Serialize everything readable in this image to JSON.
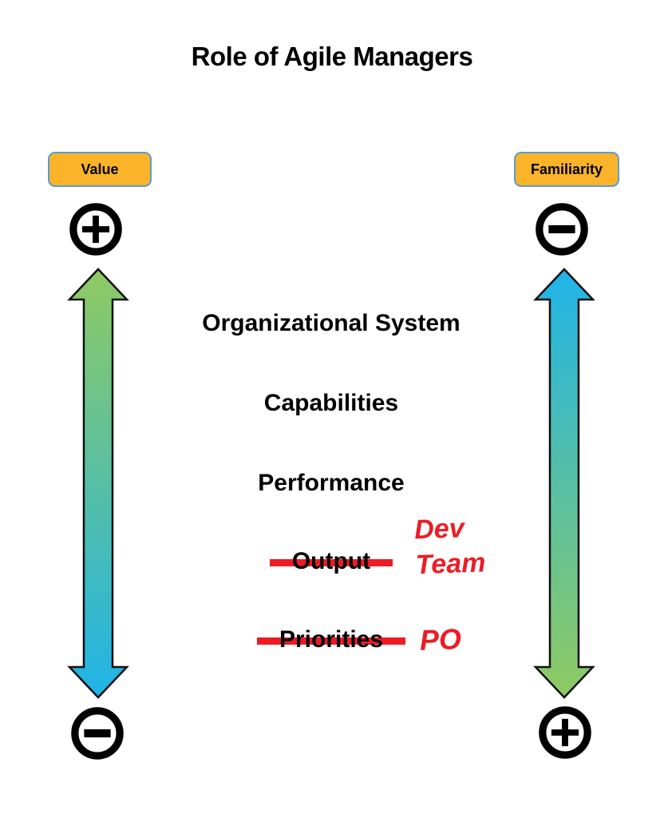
{
  "title": "Role of Agile Managers",
  "colors": {
    "badge_bg": "#FBB42A",
    "badge_border": "#5B9BD5",
    "arrow_green": "#8FCA62",
    "arrow_blue": "#1FB4E8",
    "strike_red": "#ED1C24",
    "annotation_red": "#ED1C24",
    "ink": "#000000"
  },
  "left_axis": {
    "label": "Value",
    "top_sign": "plus",
    "bottom_sign": "minus",
    "gradient_top": "green",
    "gradient_bottom": "blue"
  },
  "right_axis": {
    "label": "Familiarity",
    "top_sign": "minus",
    "bottom_sign": "plus",
    "gradient_top": "blue",
    "gradient_bottom": "green"
  },
  "center_items": [
    "Organizational System",
    "Capabilities",
    "Performance"
  ],
  "struck_items": [
    {
      "label": "Output",
      "annotation": "Dev Team"
    },
    {
      "label": "Priorities",
      "annotation": "PO"
    }
  ]
}
